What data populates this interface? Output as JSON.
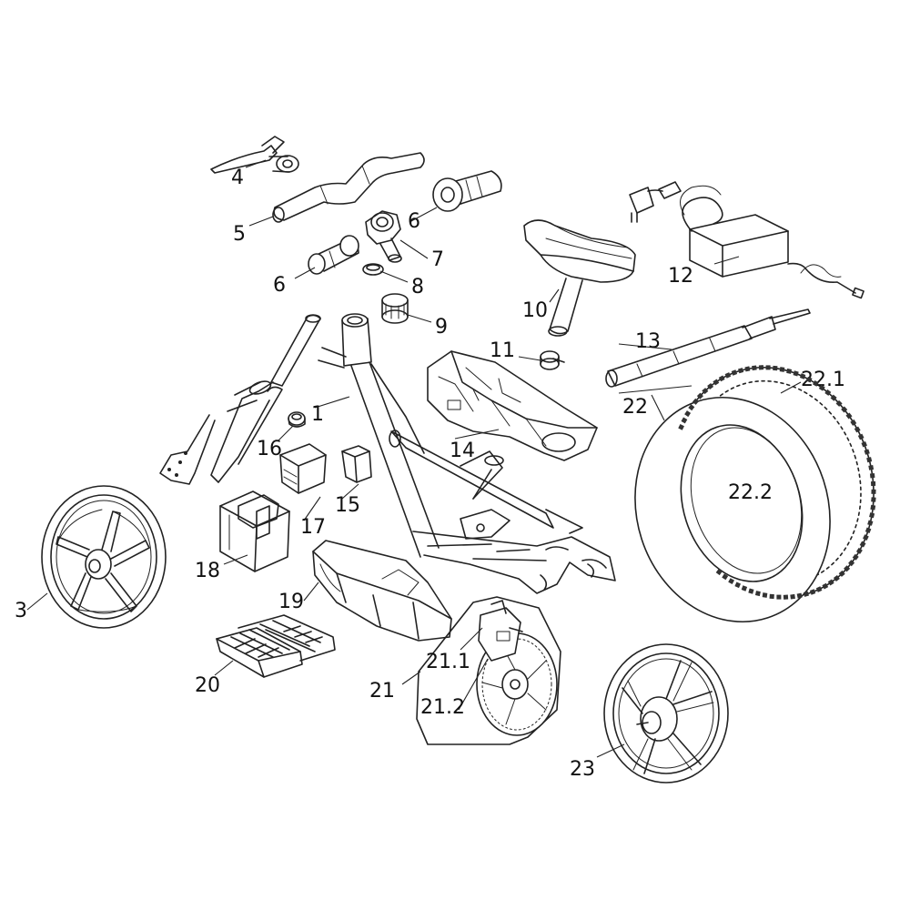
{
  "labels": {
    "p1": "1",
    "p3": "3",
    "p4": "4",
    "p5": "5",
    "p6a": "6",
    "p6b": "6",
    "p7": "7",
    "p8": "8",
    "p9": "9",
    "p10": "10",
    "p11": "11",
    "p12": "12",
    "p13": "13",
    "p14": "14",
    "p15": "15",
    "p16": "16",
    "p17": "17",
    "p18": "18",
    "p19": "19",
    "p20": "20",
    "p21": "21",
    "p21_1": "21.1",
    "p21_2": "21.2",
    "p22": "22",
    "p22_1": "22.1",
    "p22_2": "22.2",
    "p23": "23"
  },
  "colors": {
    "line": "#222222",
    "background": "#ffffff"
  }
}
